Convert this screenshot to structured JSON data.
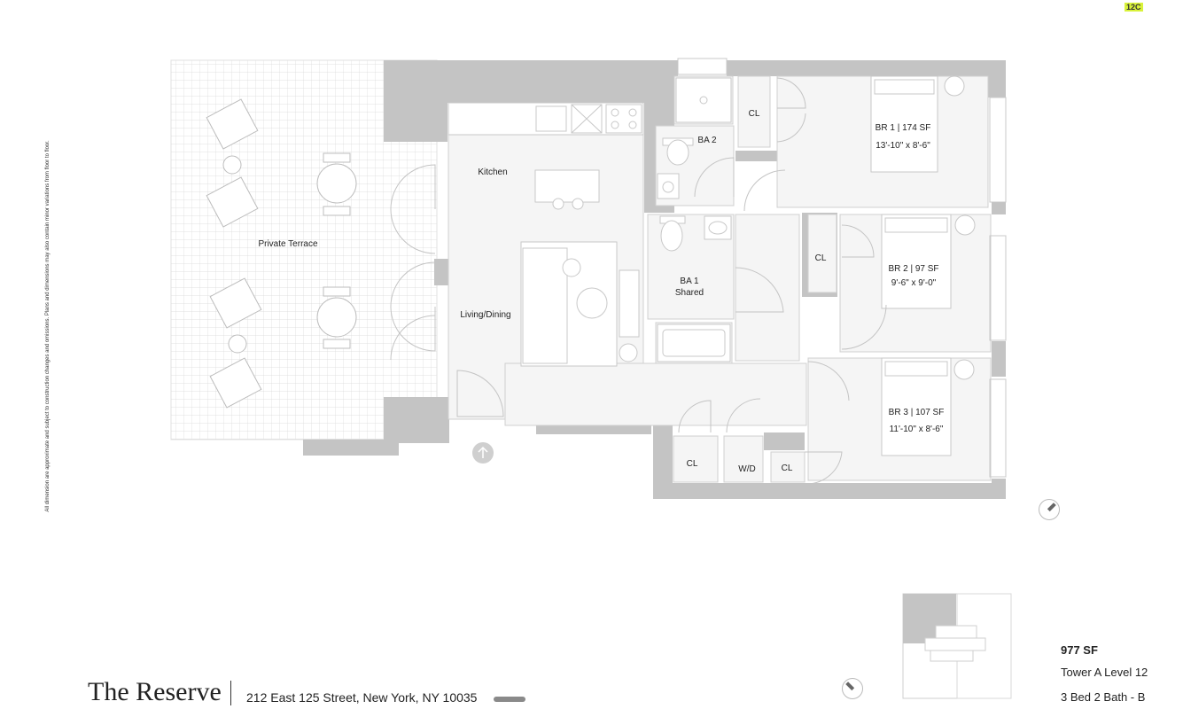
{
  "unit_badge": "12C",
  "disclaimer": "All dimension are approximate and subject to construction changes and omissions. Plans and dimensions may also contain minor variations from floor to floor.",
  "rooms": {
    "terrace": "Private Terrace",
    "kitchen": "Kitchen",
    "living": "Living/Dining",
    "ba2": "BA 2",
    "ba1_name": "BA 1",
    "ba1_note": "Shared",
    "cl_top": "CL",
    "cl_br2": "CL",
    "cl_bottom_left": "CL",
    "wd": "W/D",
    "cl_bottom_right": "CL",
    "br1_name": "BR 1 | 174 SF",
    "br1_dims": "13'-10\" x 8'-6\"",
    "br2_name": "BR 2 | 97 SF",
    "br2_dims": "9'-6\" x 9'-0\"",
    "br3_name": "BR 3 | 107 SF",
    "br3_dims": "11'-10\" x 8'-6\""
  },
  "footer": {
    "brand": "The Reserve",
    "address": "212 East 125 Street, New York, NY 10035"
  },
  "unit_info": {
    "area": "977 SF",
    "location": "Tower A Level 12",
    "type": "3 Bed 2 Bath - B"
  },
  "colors": {
    "wall": "#c4c4c4",
    "floor": "#f5f5f5",
    "terrace_grid": "#d8d8d8",
    "fixture_line": "#cccccc",
    "badge": "#d9f23a"
  }
}
